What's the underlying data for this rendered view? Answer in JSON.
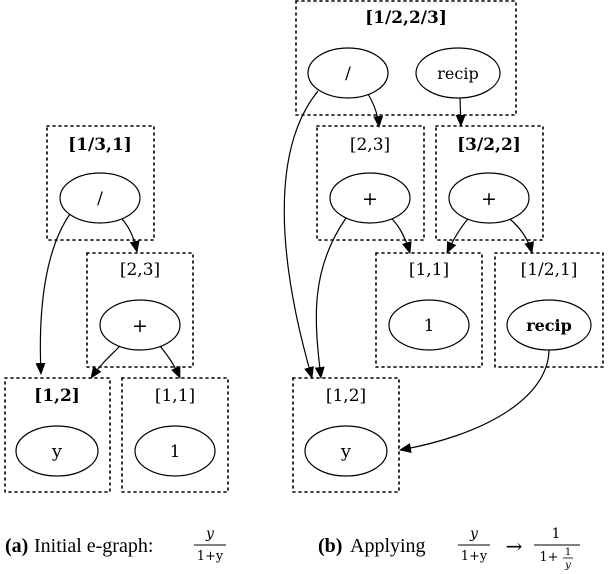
{
  "graph_a": {
    "classes": {
      "top": "[1/3,1]",
      "plus": "[2,3]",
      "y": "[1,2]",
      "one": "[1,1]"
    },
    "nodes": {
      "div": "/",
      "plus": "+",
      "y": "y",
      "one": "1"
    }
  },
  "graph_b": {
    "classes": {
      "top": "[1/2,2/3]",
      "plus_left": "[2,3]",
      "plus_right": "[3/2,2]",
      "one": "[1,1]",
      "recip": "[1/2,1]",
      "y": "[1,2]"
    },
    "nodes": {
      "div": "/",
      "recip_top": "recip",
      "plus_left": "+",
      "plus_right": "+",
      "one": "1",
      "recip": "recip",
      "y": "y"
    }
  },
  "caption_a": {
    "tag": "(a)",
    "text": "Initial e-graph:",
    "frac_num": "y",
    "frac_den": "1+y"
  },
  "caption_b": {
    "tag": "(b)",
    "text": "Applying",
    "lhs_num": "y",
    "lhs_den": "1+y",
    "arrow": "→",
    "rhs_num": "1",
    "rhs_den_prefix": "1+",
    "rhs_inner_num": "1",
    "rhs_inner_den": "y"
  }
}
